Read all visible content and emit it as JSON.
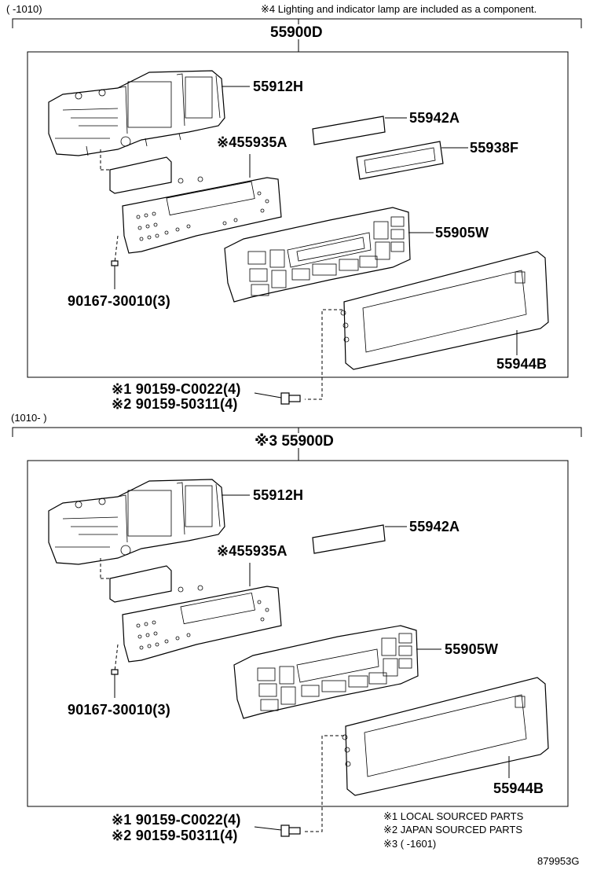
{
  "header": {
    "top_range": "(      -1010)",
    "note_4": "※4 Lighting and indicator lamp are included as a component."
  },
  "section_top": {
    "assembly": "55900D",
    "parts": {
      "p1": "55912H",
      "p2": "55942A",
      "p3": "※455935A",
      "p4": "55938F",
      "p5": "55905W",
      "p6": "90167-30010(3)",
      "p7": "55944B"
    },
    "fasteners": {
      "f1": "※1  90159-C0022(4)",
      "f2": "※2  90159-50311(4)"
    }
  },
  "section_bottom": {
    "range": "(1010-       )",
    "assembly": "※3 55900D",
    "parts": {
      "p1": "55912H",
      "p2": "55942A",
      "p3": "※455935A",
      "p5": "55905W",
      "p6": "90167-30010(3)",
      "p7": "55944B"
    },
    "fasteners": {
      "f1": "※1  90159-C0022(4)",
      "f2": "※2  90159-50311(4)"
    }
  },
  "legend": {
    "l1": "※1 LOCAL SOURCED PARTS",
    "l2": "※2 JAPAN SOURCED PARTS",
    "l3": "※3 (         -1601)"
  },
  "figure_code": "879953G"
}
